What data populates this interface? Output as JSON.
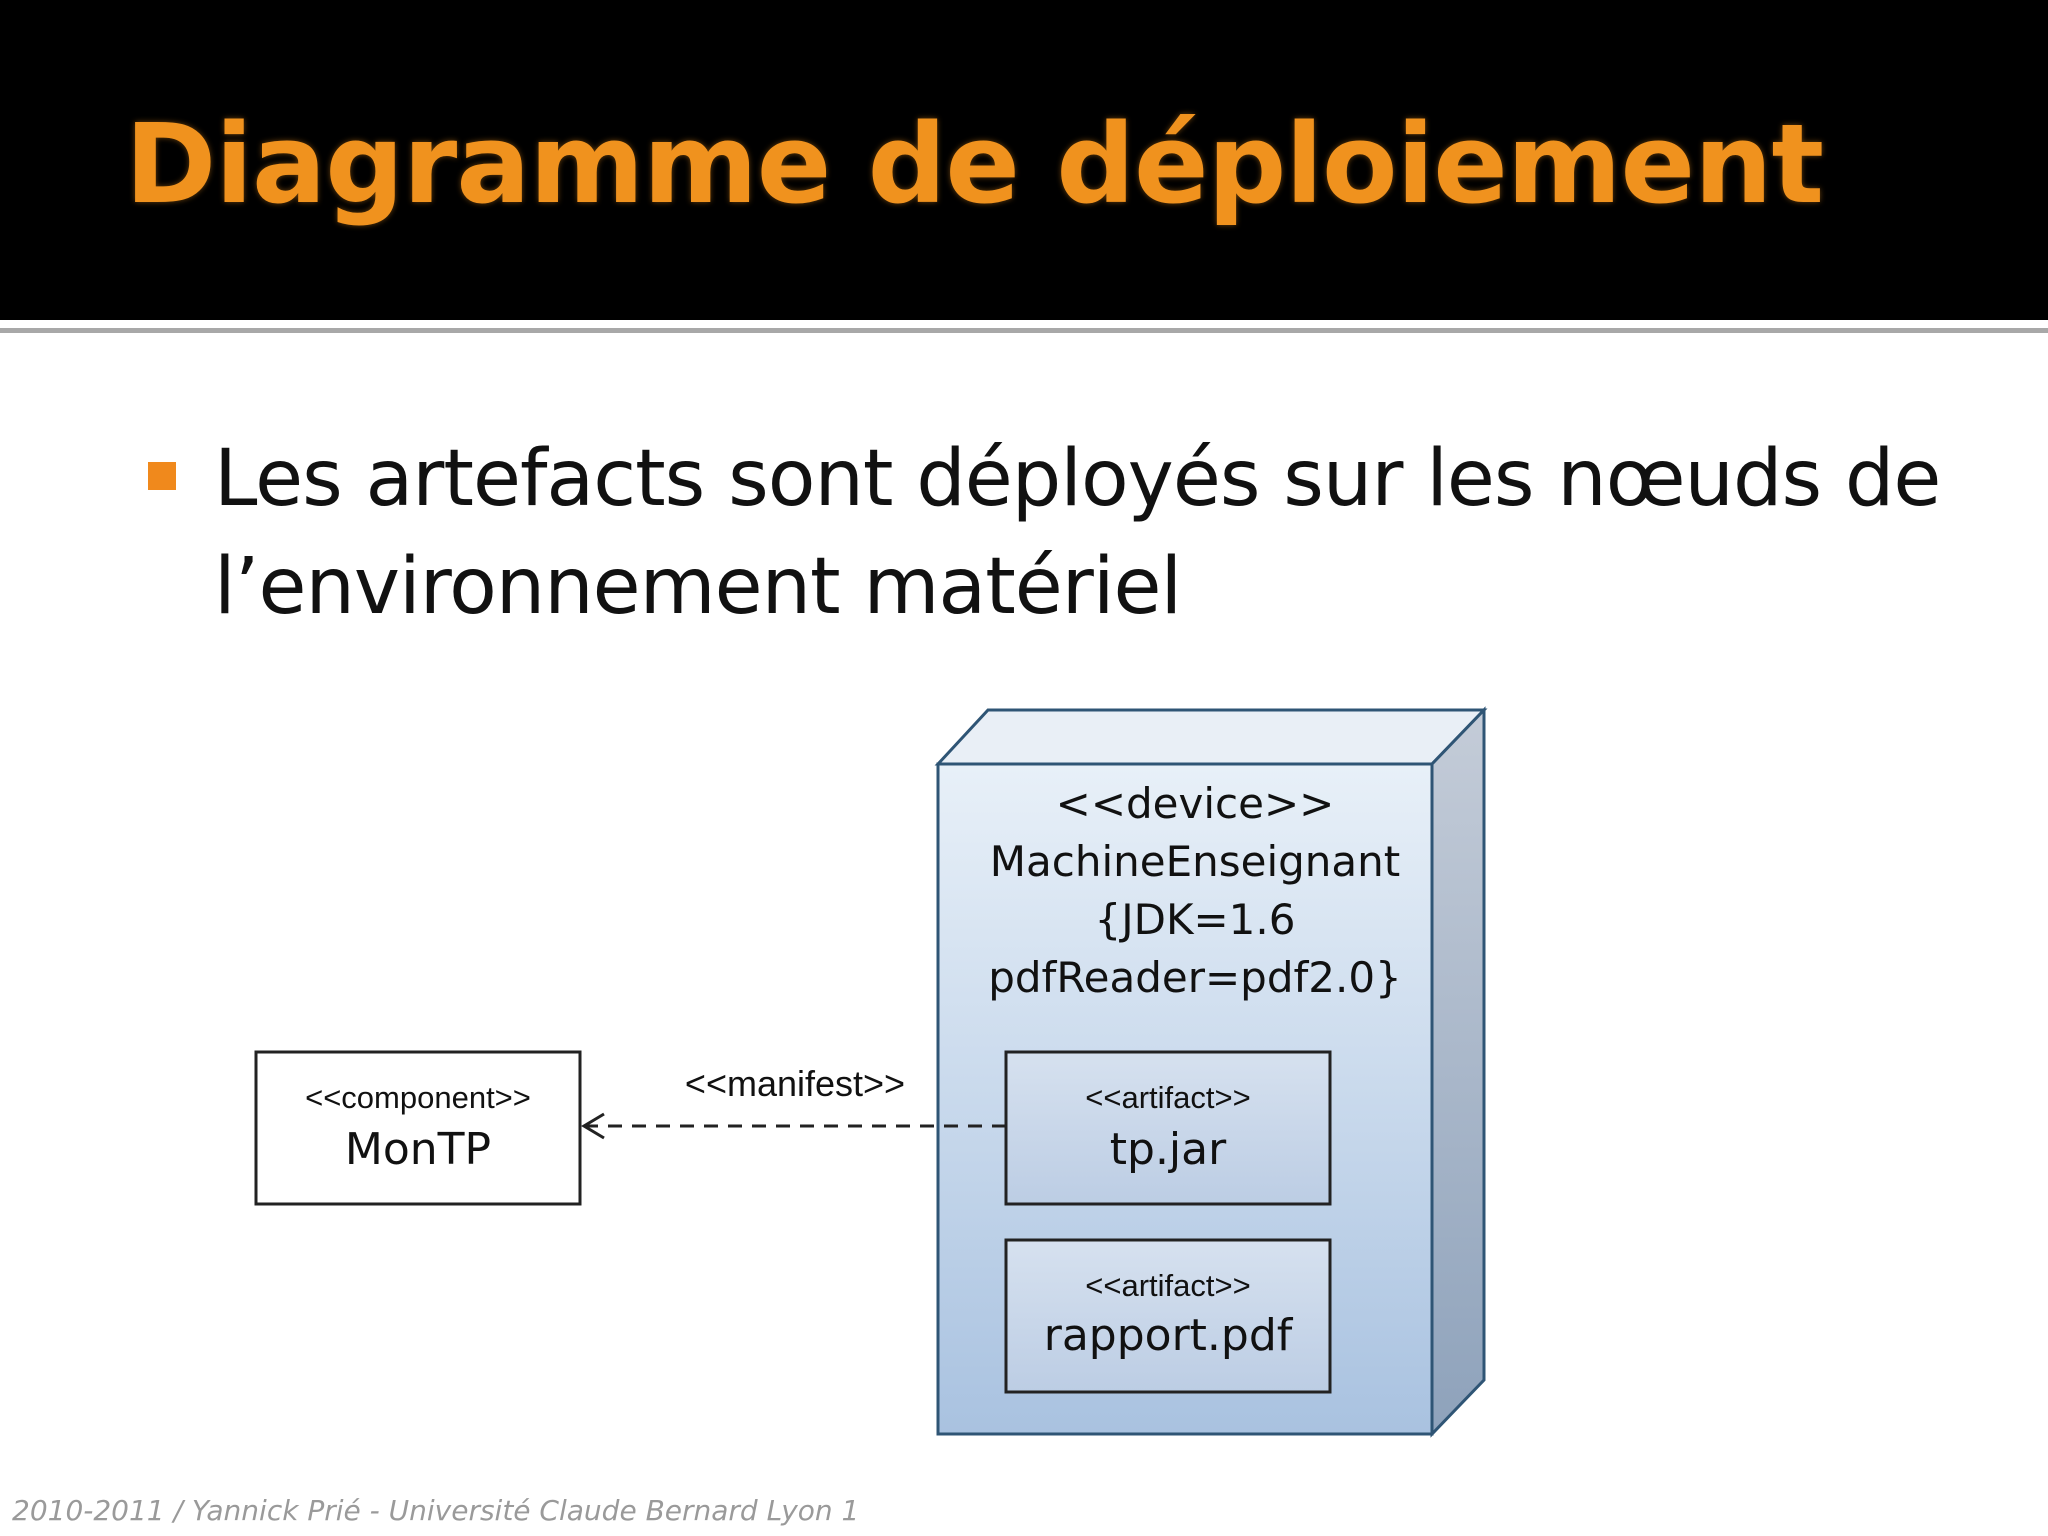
{
  "slide": {
    "title": "Diagramme de déploiement",
    "bullet": "Les artefacts sont déployés sur les nœuds de l’environnement matériel",
    "footer": "2010-2011 / Yannick Prié - Université Claude Bernard Lyon 1"
  },
  "diagram": {
    "component": {
      "stereotype": "<<component>>",
      "name": "MonTP"
    },
    "device": {
      "stereotype": "<<device>>",
      "name": "MachineEnseignant",
      "property1": "{JDK=1.6",
      "property2": "pdfReader=pdf2.0}"
    },
    "artifacts": [
      {
        "stereotype": "<<artifact>>",
        "name": "tp.jar"
      },
      {
        "stereotype": "<<artifact>>",
        "name": "rapport.pdf"
      }
    ],
    "dependency_label": "<<manifest>>"
  },
  "colors": {
    "title": "#f0921e",
    "bullet": "#f0891c",
    "node_fill_top": "#e8f0f8",
    "node_fill_bottom": "#a9c2e0",
    "node_stroke": "#2f5575"
  }
}
